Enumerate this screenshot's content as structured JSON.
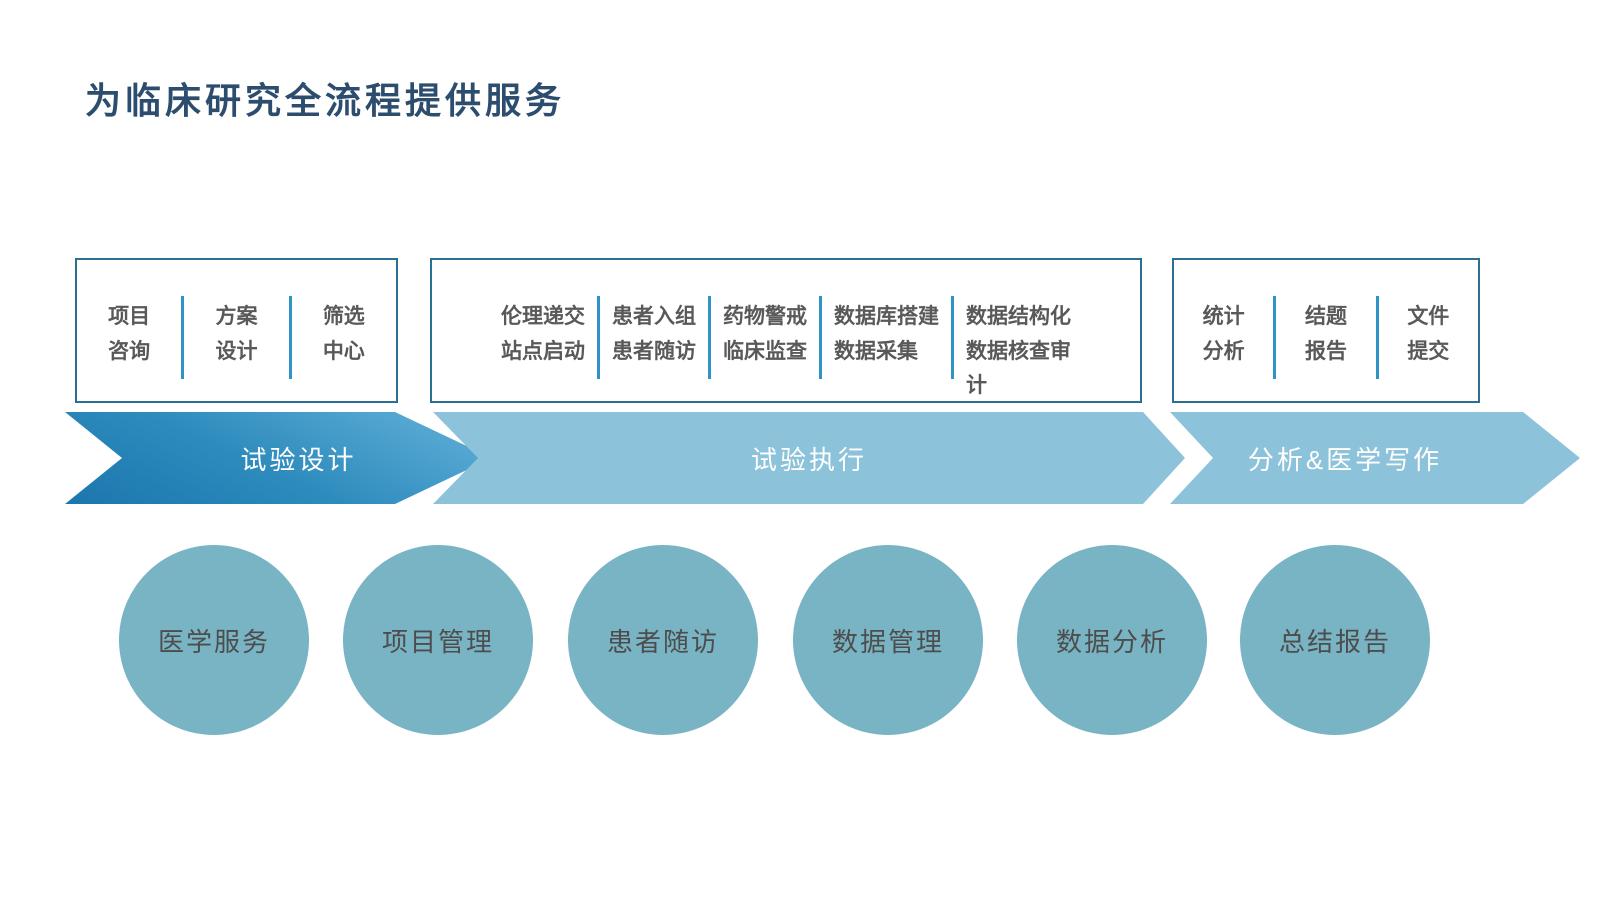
{
  "title": "为临床研究全流程提供服务",
  "colors": {
    "title": "#2c4d6e",
    "box_border": "#2b7092",
    "box_text": "#595959",
    "divider": "#2f93c6",
    "banner_grad_top": "#64b2da",
    "banner_grad_bottom": "#1b76ad",
    "banner_light": "#8cc2da",
    "banner_text": "#ffffff",
    "circle_fill": "#79b4c4",
    "circle_text": "#4d4d4d"
  },
  "stages": [
    {
      "banner_label": "试验设计",
      "items": [
        "项目\n咨询",
        "方案\n设计",
        "筛选\n中心"
      ]
    },
    {
      "banner_label": "试验执行",
      "items": [
        "伦理递交\n站点启动",
        "患者入组\n患者随访",
        "药物警戒\n临床监查",
        "数据库搭建\n数据采集",
        "数据结构化\n数据核查审\n计"
      ]
    },
    {
      "banner_label": "分析&医学写作",
      "items": [
        "统计\n分析",
        "结题\n报告",
        "文件\n提交"
      ]
    }
  ],
  "circles": [
    "医学服务",
    "项目管理",
    "患者随访",
    "数据管理",
    "数据分析",
    "总结报告"
  ]
}
